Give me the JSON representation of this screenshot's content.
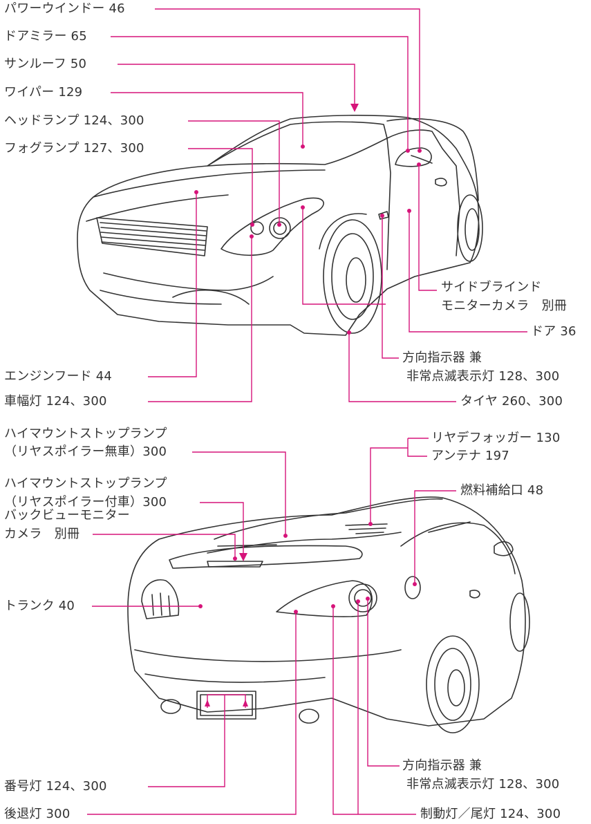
{
  "front": {
    "power_window": "パワーウインドー 46",
    "door_mirror": "ドアミラー 65",
    "sunroof": "サンルーフ 50",
    "wiper": "ワイパー 129",
    "headlamp": "ヘッドランプ 124、300",
    "foglamp": "フォグランプ 127、300",
    "engine_hood": "エンジンフード 44",
    "side_marker": "車幅灯 124、300",
    "side_blind_monitor_line1": "サイドブラインド",
    "side_blind_monitor_line2": "モニターカメラ　別冊",
    "door": "ドア 36",
    "turn_signal_line1": "方向指示器 兼",
    "turn_signal_line2": "非常点滅表示灯 128、300",
    "tire": "タイヤ 260、300"
  },
  "rear": {
    "high_mount_no_spoiler_line1": "ハイマウントストップランプ",
    "high_mount_no_spoiler_line2": "（リヤスポイラー無車）300",
    "high_mount_spoiler_line1": "ハイマウントストップランプ",
    "high_mount_spoiler_line2": "（リヤスポイラー付車）300",
    "back_view_line1": "バックビューモニター",
    "back_view_line2": "カメラ　別冊",
    "trunk": "トランク 40",
    "license_lamp": "番号灯 124、300",
    "backup_lamp": "後退灯 300",
    "rear_defogger": "リヤデフォッガー 130",
    "antenna": "アンテナ 197",
    "fuel_filler": "燃料補給口 48",
    "turn_signal_line1": "方向指示器 兼",
    "turn_signal_line2": "非常点滅表示灯 128、300",
    "stop_tail_lamp": "制動灯／尾灯 124、300"
  },
  "colors": {
    "leader": "#d6147a",
    "outline": "#333333"
  }
}
